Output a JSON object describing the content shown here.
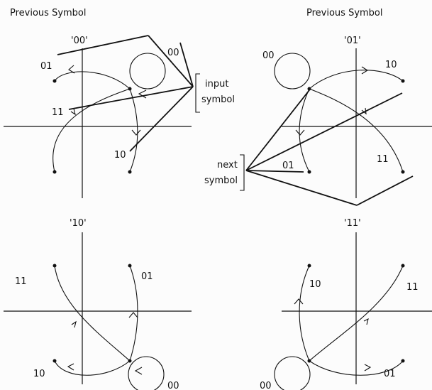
{
  "headers": {
    "left": "Previous Symbol",
    "right": "Previous Symbol"
  },
  "quadrants": {
    "q00": {
      "title": "'00'",
      "labels": {
        "a": "01",
        "b": "00",
        "c": "11",
        "d": "10"
      }
    },
    "q01": {
      "title": "'01'",
      "labels": {
        "a": "00",
        "b": "10",
        "c": "01",
        "d": "11"
      }
    },
    "q10": {
      "title": "'10'",
      "labels": {
        "a": "11",
        "b": "01",
        "c": "10",
        "d": "00"
      }
    },
    "q11": {
      "title": "'11'",
      "labels": {
        "a": "10",
        "b": "11",
        "c": "00",
        "d": "01"
      }
    }
  },
  "callouts": {
    "input_line1": "input",
    "input_line2": "symbol",
    "next_line1": "next",
    "next_line2": "symbol"
  }
}
